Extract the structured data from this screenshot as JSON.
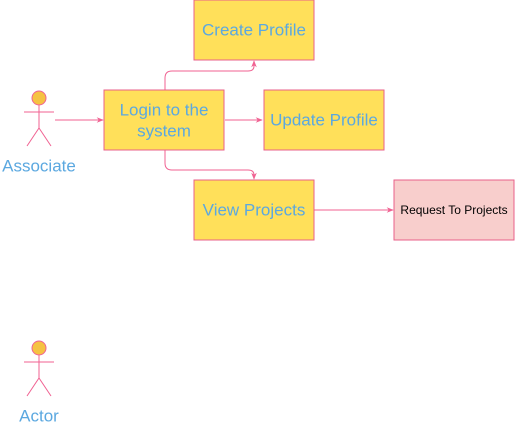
{
  "colors": {
    "box_fill": "#FFE05A",
    "box_stroke": "#E8608A",
    "box_text": "#5BA8E0",
    "secondary_fill": "#F8CECC",
    "secondary_text": "#000000",
    "edge": "#F06292",
    "actor_head_fill": "#F5C242",
    "actor_stroke": "#F06292",
    "actor_text": "#5BA8E0"
  },
  "nodes": {
    "login": {
      "label_line1": "Login to the",
      "label_line2": "system"
    },
    "create_profile": {
      "label": "Create Profile"
    },
    "update_profile": {
      "label": "Update Profile"
    },
    "view_projects": {
      "label": "View Projects"
    },
    "request_projects": {
      "label": "Request To Projects"
    }
  },
  "actors": {
    "associate": {
      "label": "Associate"
    },
    "actor": {
      "label": "Actor"
    }
  }
}
